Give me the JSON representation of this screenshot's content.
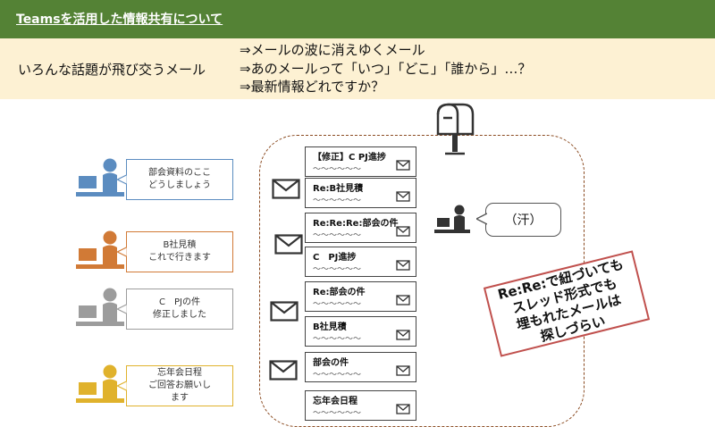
{
  "header": {
    "title": "Teamsを活用した情報共有について"
  },
  "problem": {
    "lead": "いろんな話題が飛び交うメール",
    "issues": [
      "⇒メールの波に消えゆくメール",
      "⇒あのメールって「いつ」「どこ」「誰から」…？",
      "⇒最新情報どれですか？"
    ]
  },
  "senders": [
    {
      "color": "#5b8cc0",
      "message": "部会資料のここ\nどうしましょう"
    },
    {
      "color": "#d17a36",
      "message": "B社見積\nこれで行きます"
    },
    {
      "color": "#9c9c9c",
      "message": "C　PJの件\n修正しました"
    },
    {
      "color": "#e0b22c",
      "message": "忘年会日程\nご回答お願いし\nます"
    }
  ],
  "inbox": {
    "tilde": "～～～～～～",
    "messages": [
      "【修正】C PJ進捗",
      "Re:B社見積",
      "Re:Re:Re:部会の件",
      "C　PJ進捗",
      "Re:部会の件",
      "B社見積",
      "部会の件",
      "忘年会日程"
    ]
  },
  "reader": {
    "reaction": "（汗）"
  },
  "callout": {
    "lines": [
      "Re:Re:で紐づいても",
      "スレッド形式でも",
      "埋もれたメールは",
      "探しづらい"
    ],
    "border_color": "#c0504d"
  }
}
